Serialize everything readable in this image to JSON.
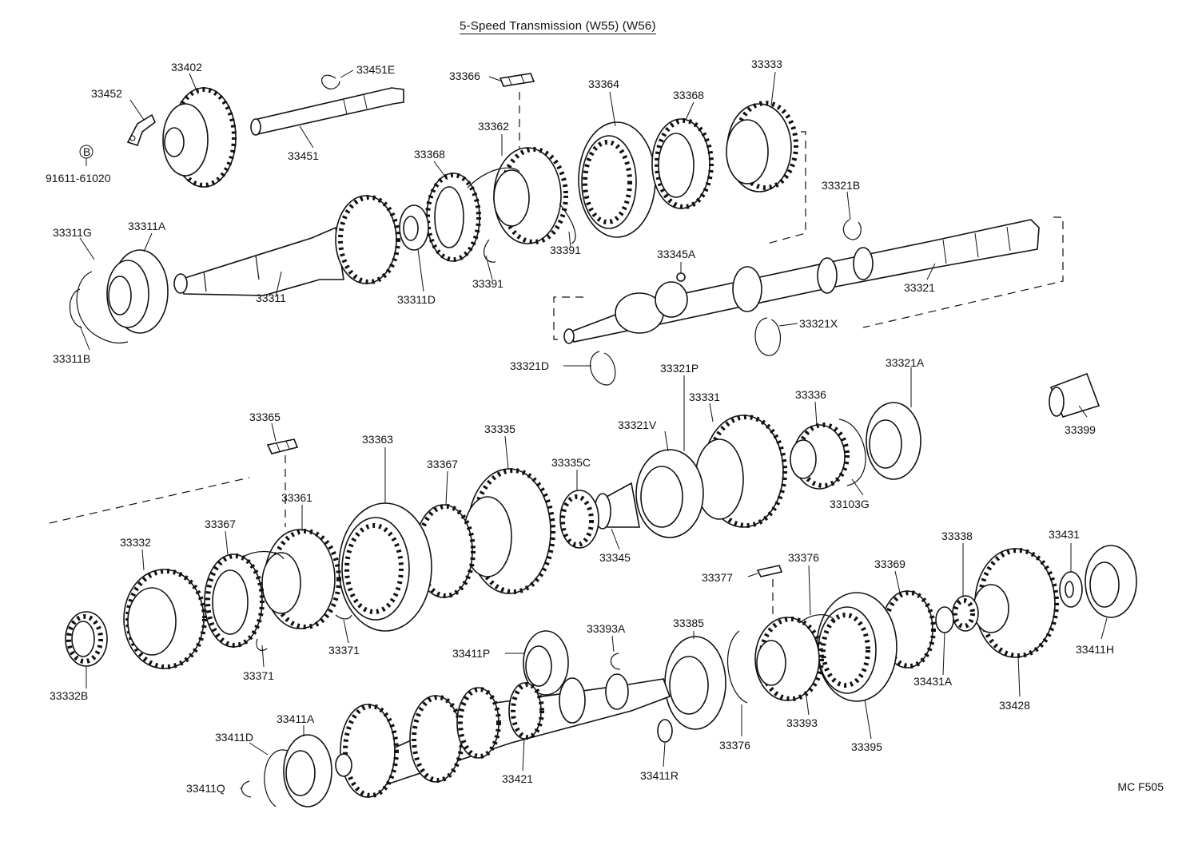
{
  "title": "5-Speed Transmission (W55) (W56)",
  "diagram_code": "MC F505",
  "parts": {
    "p33402": "33402",
    "p33452": "33452",
    "p33451E": "33451E",
    "p33451": "33451",
    "p91611": "91611-61020",
    "bolt_mark": "B",
    "p33366": "33366",
    "p33364": "33364",
    "p33333": "33333",
    "p33362": "33362",
    "p33368a": "33368",
    "p33368b": "33368",
    "p33321B": "33321B",
    "p33311G": "33311G",
    "p33311A": "33311A",
    "p33311": "33311",
    "p33311D": "33311D",
    "p33391a": "33391",
    "p33391b": "33391",
    "p33311B": "33311B",
    "p33345A": "33345A",
    "p33321": "33321",
    "p33321X": "33321X",
    "p33321D": "33321D",
    "p33321P": "33321P",
    "p33321A": "33321A",
    "p33365": "33365",
    "p33363": "33363",
    "p33335": "33335",
    "p33331": "33331",
    "p33336": "33336",
    "p33399": "33399",
    "p33367a": "33367",
    "p33321V": "33321V",
    "p33335C": "33335C",
    "p33103G": "33103G",
    "p33361": "33361",
    "p33367b": "33367",
    "p33345": "33345",
    "p33332": "33332",
    "p33338": "33338",
    "p33431": "33431",
    "p33376a": "33376",
    "p33377": "33377",
    "p33369": "33369",
    "p33371a": "33371",
    "p33371b": "33371",
    "p33385": "33385",
    "p33393A": "33393A",
    "p33411P": "33411P",
    "p33411H": "33411H",
    "p33332B": "33332B",
    "p33431A": "33431A",
    "p33428": "33428",
    "p33393": "33393",
    "p33395": "33395",
    "p33376b": "33376",
    "p33411A": "33411A",
    "p33411D": "33411D",
    "p33421": "33421",
    "p33411R": "33411R",
    "p33411Q": "33411Q"
  }
}
